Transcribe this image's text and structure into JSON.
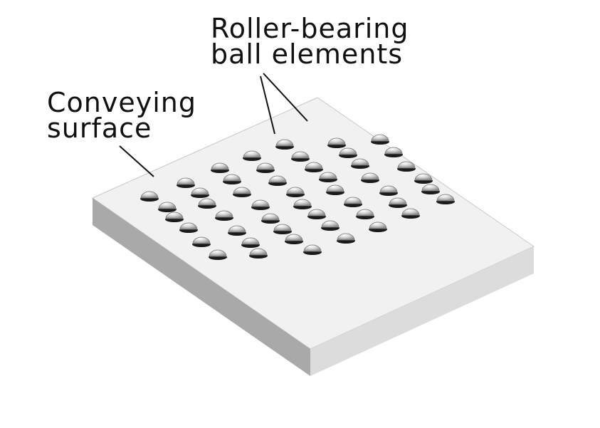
{
  "labels": {
    "balls": {
      "line1": "Roller-bearing",
      "line2": "ball elements"
    },
    "surface": {
      "line1": "Conveying",
      "line2": "surface"
    }
  },
  "colors": {
    "top_face": "#f1f1f1",
    "front_face": "#a9a9a9",
    "side_face": "#dcdcdc",
    "edge": "#bdbdbd",
    "ball_light": "#fbfbfb",
    "ball_dark": "#8e8e8e",
    "leader": "#111111"
  },
  "ball_grid": {
    "rows": 8,
    "cols": 7,
    "missing": [
      "0,5",
      "0,6",
      "1,6",
      "6,0",
      "7,0",
      "7,1"
    ]
  }
}
